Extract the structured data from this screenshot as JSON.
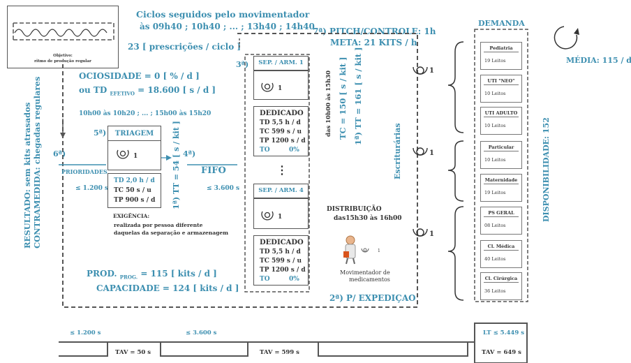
{
  "kanban": {
    "caption_line1": "Objetivo:",
    "caption_line2": "ritmo de produção regular"
  },
  "header": {
    "cycles_line1": "Ciclos seguidos pelo movimentador",
    "cycles_line2": "às 09h40 ; 10h40 ; ... ; 13h40 ; 14h40",
    "prescriptions": "23 [ prescrições / ciclo ]",
    "pitch_title": "7ª) PITCH/CONTROLE: 1h",
    "pitch_meta": "META: 21 KITS / h"
  },
  "left": {
    "ociosidade": "OCIOSIDADE = 0 [ % / d ]",
    "td_prefix": "ou TD",
    "td_sub": "EFETIVO",
    "td_suffix": "= 18.600 [ s / d ]",
    "time_window": "10h00 às 10h20 ; ... ; 15h00 às 15h20",
    "resultado": "RESULTADO: sem kits atrasados",
    "contramedida": "CONTRAMEDIDA: chegadas regulares",
    "step6": "6ª)",
    "prioridades": "PRIORIDADES",
    "prioridades_limit": "≤ 1.200 s",
    "step5": "5ª)",
    "step4": "4ª)",
    "fifo": "FIFO",
    "fifo_limit": "≤ 3.600 s",
    "tt_vertical": "1ª) TT = 54 [ s / kit ]"
  },
  "triagem": {
    "title": "TRIAGEM",
    "operators": "1",
    "td": "TD  2,0  h / d",
    "tc": "TC  50  s / u",
    "tp": "TP  900  s / d",
    "exig_title": "EXIGÊNCIA:",
    "exig_line1": "realizada por pessoa diferente",
    "exig_line2": "daquelas da separação e armazenagem"
  },
  "prod": {
    "prod_prefix": "PROD.",
    "prod_sub": "PROG.",
    "prod_suffix": "= 115 [ kits / d ]",
    "capacidade": "CAPACIDADE = 124 [ kits / d ]"
  },
  "sep": {
    "step3": "3ª)",
    "arm1": "SEP. / ARM. 1",
    "arm4": "SEP. / ARM. 4",
    "operators": "1",
    "ellipsis": "⋮",
    "ded_title": "DEDICADO",
    "ded_td": "TD  5,5  h / d",
    "ded_tc": "TC  599  s / u",
    "ded_tp": "TP  1200 s / d",
    "ded_to_label": "TO",
    "ded_to_value": "0%"
  },
  "middle": {
    "time_vertical": "das 10h00 às 15h30",
    "tc_vertical": "TC = 150 [ s / kit ]",
    "tt_vertical": "1ª) TT = 161 [ s / kit ]",
    "escrit": "Escriturárias",
    "op_count": "1",
    "distrib_title": "DISTRIBUIÇÃO",
    "distrib_time": "das15h30 às 16h00",
    "mover_count": "1",
    "mover_line1": "Movimentador de",
    "mover_line2": "medicamentos",
    "expedicao": "2ª) P/ EXPEDIÇAO"
  },
  "demand": {
    "title": "DEMANDA",
    "media": "MÉDIA: 115 / d",
    "disponibilidade": "DISPONIBILIDADE: 152",
    "units": [
      {
        "name": "Pediatria",
        "beds": "19 Leitos"
      },
      {
        "name": "UTI \"NEO\"",
        "beds": "10 Leitos"
      },
      {
        "name": "UTI ADULTO",
        "beds": "10 Leitos"
      },
      {
        "name": "Particular",
        "beds": "10 Leitos"
      },
      {
        "name": "Maternidade",
        "beds": "19 Leitos"
      },
      {
        "name": "PS GERAL",
        "beds": "08 Leitos"
      },
      {
        "name": "Cl. Médica",
        "beds": "40 Leitos"
      },
      {
        "name": "Cl. Cirúrgica",
        "beds": "36 Leitos"
      }
    ]
  },
  "timeline": {
    "wait1": "≤ 1.200 s",
    "wait2": "≤ 3.600 s",
    "lt": "LT ≤ 5.449 s",
    "tav1": "TAV = 50 s",
    "tav2": "TAV = 599 s",
    "tav3": "TAV = 649 s"
  },
  "colors": {
    "accent": "#3d8fb0",
    "line": "#555555"
  }
}
